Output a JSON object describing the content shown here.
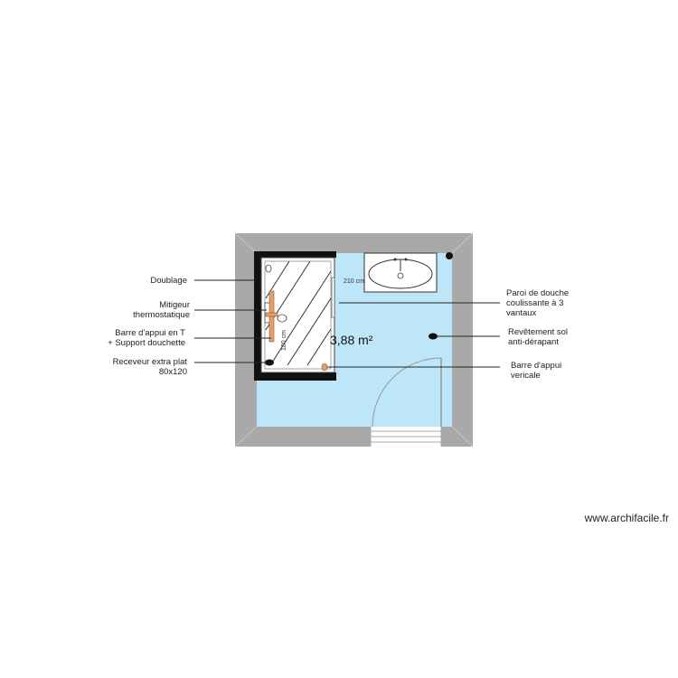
{
  "room": {
    "area": "3,88 m²",
    "dim_width": "210 cm",
    "dim_height": "180 cm"
  },
  "labels": {
    "doublage": "Doublage",
    "mitigeur_1": "Mitigeur",
    "mitigeur_2": "thermostatique",
    "barre_t_1": "Barre d'appui en T",
    "barre_t_2": "+ Support douchette",
    "receveur_1": "Receveur extra plat",
    "receveur_2": "80x120",
    "paroi_1": "Paroi de douche",
    "paroi_2": "coulissante à 3",
    "paroi_3": "vantaux",
    "revetement_1": "Revêtement sol",
    "revetement_2": "anti-dérapant",
    "barre_v_1": "Barre d'appui",
    "barre_v_2": "vericale"
  },
  "footer": "www.archifacile.fr",
  "colors": {
    "wall": "#a9a9a9",
    "floor": "#bde6f8",
    "doublage": "#111111",
    "bar": "#e0a070"
  }
}
